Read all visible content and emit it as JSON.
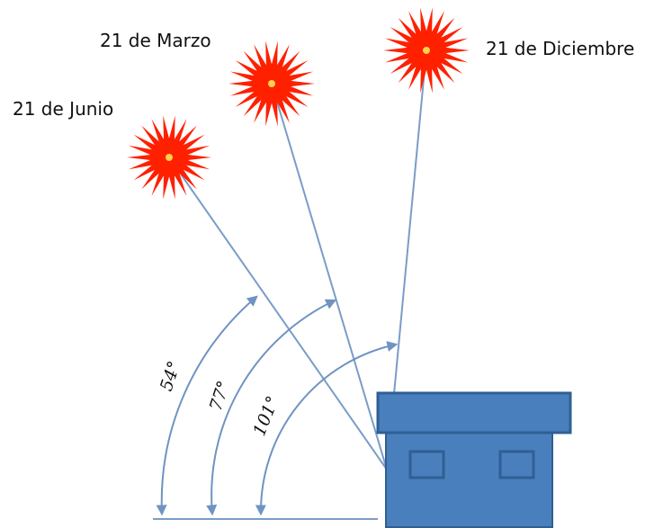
{
  "suns": [
    {
      "label": "21 de Junio"
    },
    {
      "label": "21 de Marzo"
    },
    {
      "label": "21 de Diciembre"
    }
  ],
  "angles": [
    {
      "label": "54°"
    },
    {
      "label": "77°"
    },
    {
      "label": "101°"
    }
  ],
  "colors": {
    "sun_ray": "#ff2000",
    "sun_core": "#ffd24a",
    "line": "#7a9cc8",
    "building_fill": "#4a7fbd",
    "building_stroke": "#2f5f94",
    "text": "#111111"
  }
}
